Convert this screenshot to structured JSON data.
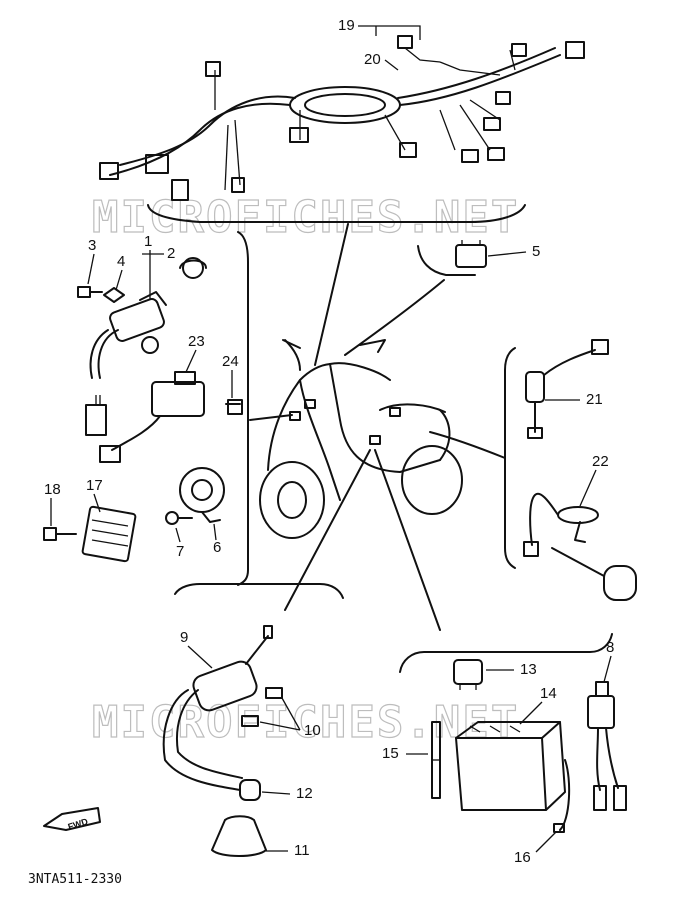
{
  "watermark": "MICROFICHES.NET",
  "drawing_code": "3NTA511-2330",
  "fwd_label": "FWD",
  "callouts": {
    "c1": "1",
    "c2": "2",
    "c3": "3",
    "c4": "4",
    "c5": "5",
    "c6": "6",
    "c7": "7",
    "c8": "8",
    "c9": "9",
    "c10": "10",
    "c11": "11",
    "c12": "12",
    "c13": "13",
    "c14": "14",
    "c15": "15",
    "c16": "16",
    "c17": "17",
    "c18": "18",
    "c19": "19",
    "c20": "20",
    "c21": "21",
    "c22": "22",
    "c23": "23",
    "c24": "24"
  }
}
